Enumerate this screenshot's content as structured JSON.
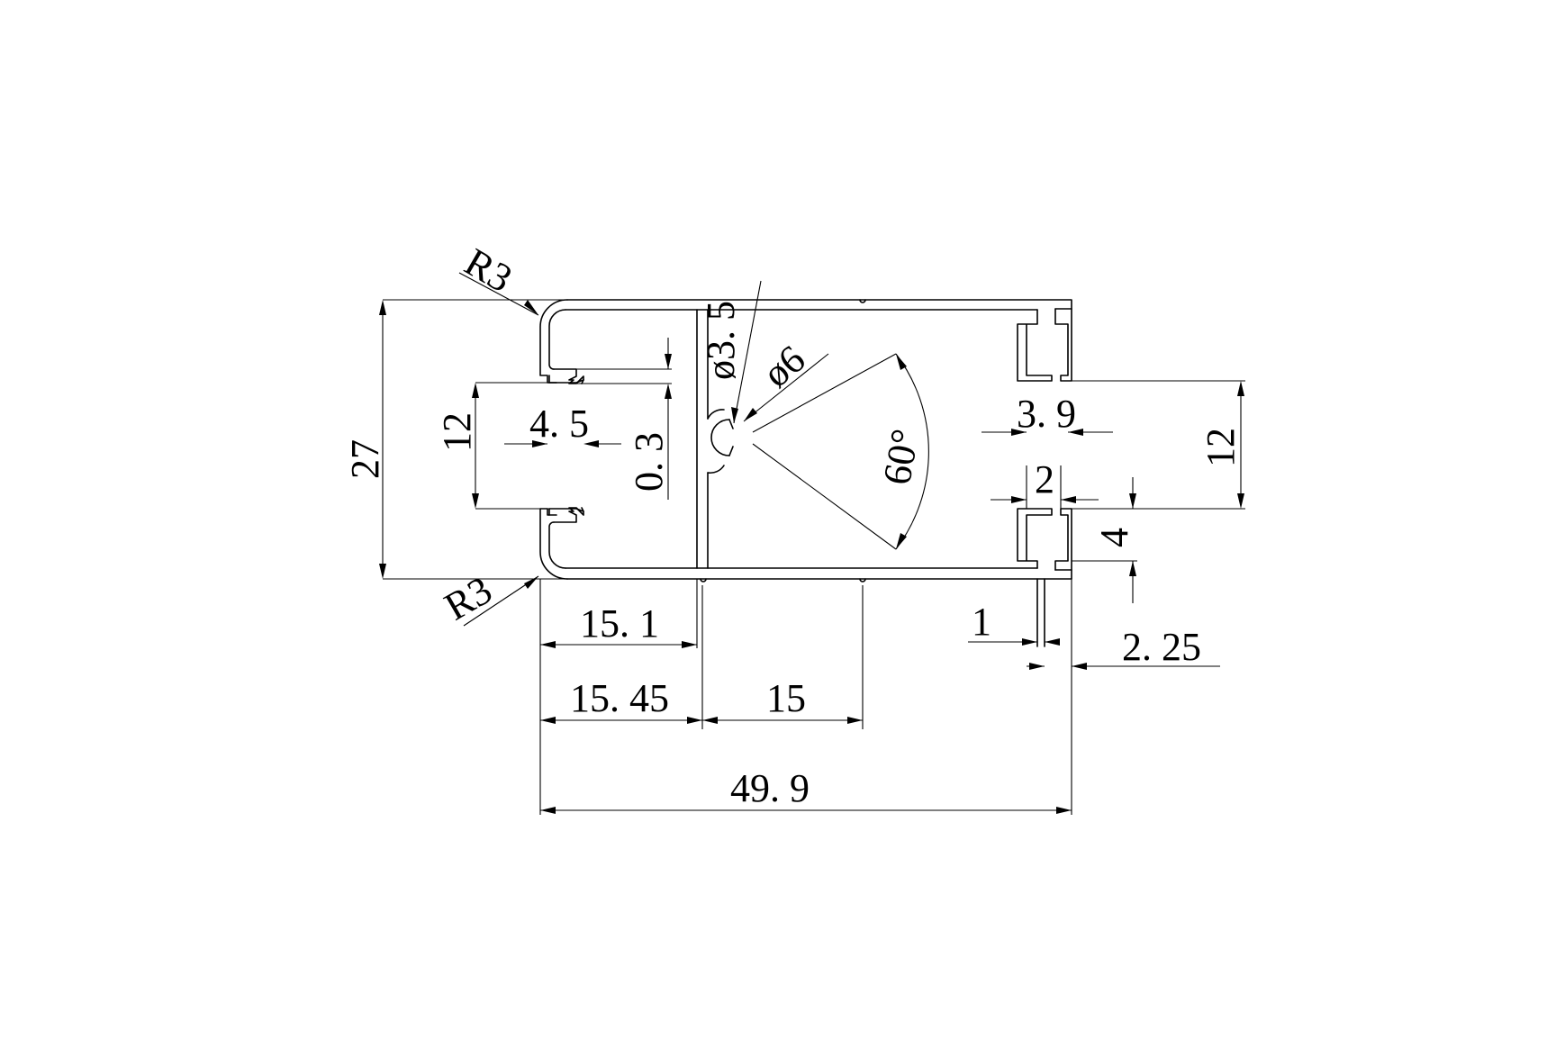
{
  "drawing": {
    "background": "#ffffff",
    "line_color": "#000000",
    "part": "aluminium extrusion profile cross-section",
    "dimensions": {
      "radius_top": "R3",
      "radius_bottom": "R3",
      "overall_height": "27",
      "slot_height": "12",
      "slot_depth": "4. 5",
      "lip_offset": "0. 3",
      "screw_core": "ø3. 5",
      "screw_outer": "ø6",
      "chamfer_angle": "60°",
      "channel_opening": "3. 9",
      "channel_gap": "2",
      "channel_height": "12",
      "channel_depth": "4",
      "wall_thickness": "1",
      "fin_width": "2. 25",
      "left_chamber": "15. 1",
      "web_position": "15. 45",
      "mid_groove": "15",
      "overall_width": "49. 9"
    }
  }
}
